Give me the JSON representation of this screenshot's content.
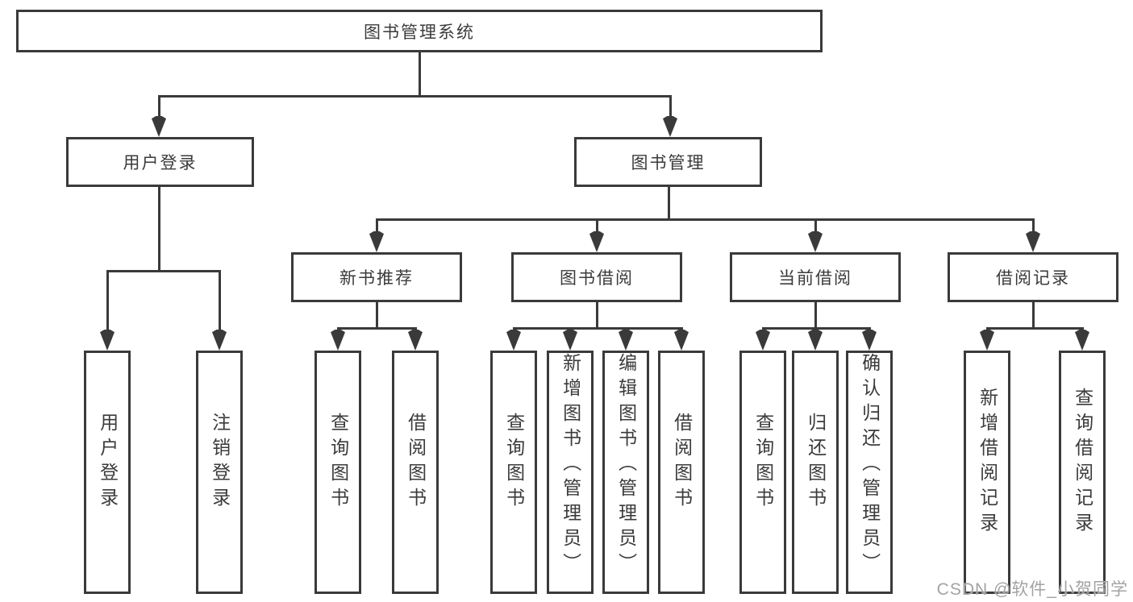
{
  "diagram": {
    "root": {
      "label": "图书管理系统"
    },
    "branches": {
      "user_login": {
        "label": "用户登录",
        "children": {
          "login": {
            "label": "用户登录"
          },
          "logout": {
            "label": "注销登录"
          }
        }
      },
      "book_management": {
        "label": "图书管理",
        "children": {
          "new_book_recommend": {
            "label": "新书推荐",
            "children": {
              "query_books": {
                "label": "查询图书"
              },
              "borrow_books": {
                "label": "借阅图书"
              }
            }
          },
          "book_borrowing": {
            "label": "图书借阅",
            "children": {
              "query_books": {
                "label": "查询图书"
              },
              "add_books_admin": {
                "label": "新增图书（管理员）"
              },
              "edit_books_admin": {
                "label": "编辑图书（管理员）"
              },
              "borrow_books": {
                "label": "借阅图书"
              }
            }
          },
          "current_borrowing": {
            "label": "当前借阅",
            "children": {
              "query_books": {
                "label": "查询图书"
              },
              "return_books": {
                "label": "归还图书"
              },
              "confirm_return_admin": {
                "label": "确认归还（管理员）"
              }
            }
          },
          "borrowing_records": {
            "label": "借阅记录",
            "children": {
              "add_borrow_record": {
                "label": "新增借阅记录"
              },
              "query_borrow_record": {
                "label": "查询借阅记录"
              }
            }
          }
        }
      }
    },
    "watermark": "CSDN @软件_小贺同学",
    "colors": {
      "line": "#3a3a3a",
      "text": "#3b3b3b",
      "watermark": "#a3a3a3",
      "background": "#ffffff"
    }
  }
}
